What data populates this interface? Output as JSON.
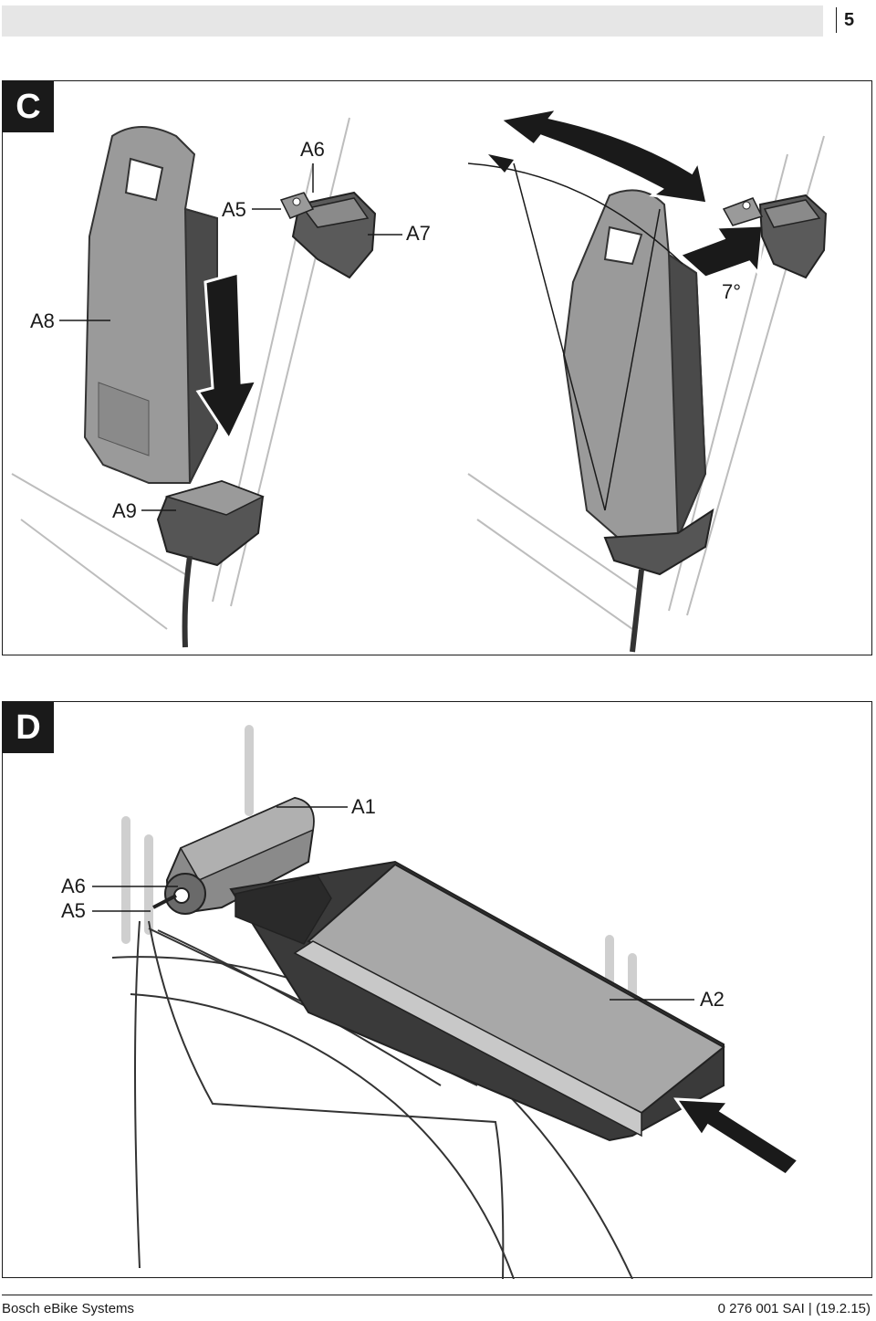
{
  "header": {
    "page_number": "5"
  },
  "panel_c": {
    "tag": "C",
    "callouts": {
      "a5": "A5",
      "a6": "A6",
      "a7": "A7",
      "a8": "A8",
      "a9": "A9"
    },
    "angle_label": "7°"
  },
  "panel_d": {
    "tag": "D",
    "callouts": {
      "a1": "A1",
      "a6": "A6",
      "a5": "A5",
      "a2": "A2"
    }
  },
  "footer": {
    "brand": "Bosch eBike Systems",
    "doc_ref": "0 276 001 SAI | (19.2.15)"
  }
}
